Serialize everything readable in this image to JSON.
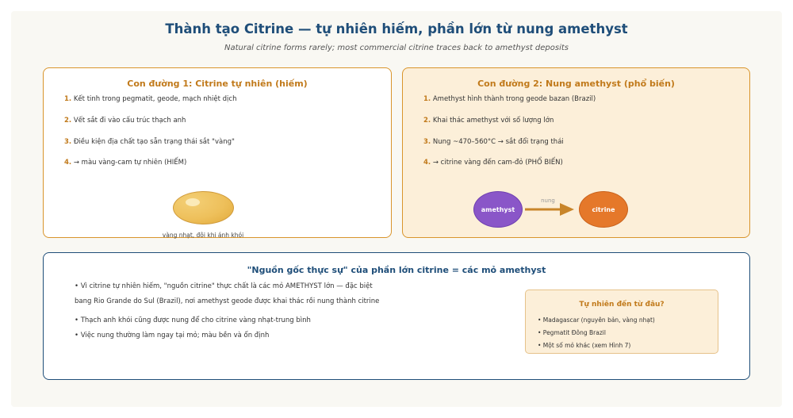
{
  "header": {
    "title": "Thành tạo Citrine — tự nhiên hiếm, phần lớn từ nung amethyst",
    "subtitle": "Natural citrine forms rarely; most commercial citrine traces back to amethyst deposits"
  },
  "left_panel": {
    "title": "Con đường 1: Citrine tự nhiên (hiếm)",
    "steps": [
      {
        "num": "1.",
        "text": "Kết tinh trong pegmatit, geode, mạch nhiệt dịch"
      },
      {
        "num": "2.",
        "text": "Vết sắt đi vào cấu trúc thạch anh"
      },
      {
        "num": "3.",
        "text": "Điều kiện địa chất tạo sẵn trạng thái sắt \"vàng\""
      },
      {
        "num": "4.",
        "text": "→ màu vàng-cam tự nhiên (HIẾM)"
      }
    ],
    "sample_caption": "vàng nhạt, đôi khi ánh khói"
  },
  "right_panel": {
    "title": "Con đường 2: Nung amethyst (phổ biến)",
    "steps": [
      {
        "num": "1.",
        "text": "Amethyst hình thành trong geode bazan (Brazil)"
      },
      {
        "num": "2.",
        "text": "Khai thác amethyst với số lượng lớn"
      },
      {
        "num": "3.",
        "text": "Nung ~470–560°C → sắt đổi trạng thái"
      },
      {
        "num": "4.",
        "text": "→ citrine vàng đến cam-đỏ (PHỔ BIẾN)"
      }
    ],
    "flow": {
      "from": "amethyst",
      "arrow_label": "nung",
      "to": "citrine"
    }
  },
  "bottom_panel": {
    "title": "\"Nguồn gốc thực sự\" của phần lớn citrine = các mỏ amethyst",
    "lines": [
      "• Vì citrine tự nhiên hiếm, \"nguồn citrine\" thực chất là các mỏ AMETHYST lớn — đặc biệt",
      "bang Rio Grande do Sul (Brazil), nơi amethyst geode được khai thác rồi nung thành citrine",
      "• Thạch anh khói cũng được nung để cho citrine vàng nhạt-trung bình",
      "• Việc nung thường làm ngay tại mỏ; màu bền và ổn định"
    ],
    "inset": {
      "title": "Tự nhiên đến từ đâu?",
      "items": [
        "• Madagascar (nguyên bản, vàng nhạt)",
        "• Pegmatit Đông Brazil",
        "• Một số mỏ khác (xem Hình 7)"
      ]
    }
  },
  "colors": {
    "title_blue": "#1f4e79",
    "accent_orange": "#d9952c",
    "amethyst_purple": "#8a56c8",
    "citrine_orange": "#e5782a",
    "citrine_yellow": "#eec05b"
  }
}
